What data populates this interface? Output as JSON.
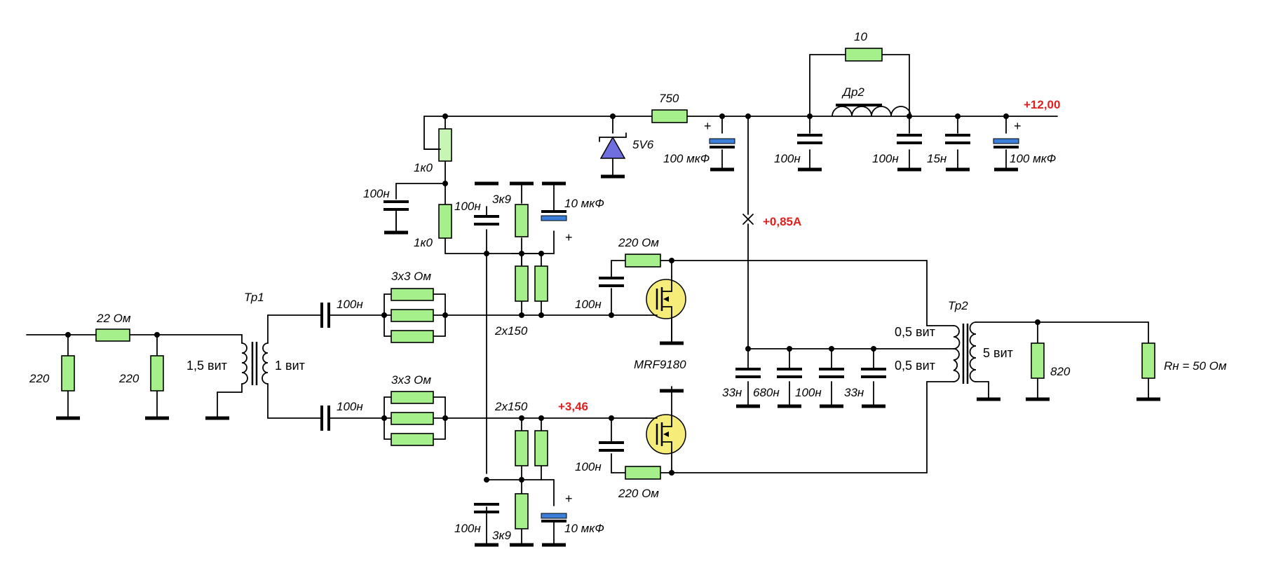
{
  "colors": {
    "resistor_fill": "#a6f08c",
    "electrolytic_plate": "#3b7fd9",
    "mosfet_body": "#f5ec7a",
    "zener_fill": "#6f6fe0",
    "annotation": "#e02020"
  },
  "labels": {
    "r_in_series": "22 Ом",
    "r_in_shunt1": "220",
    "r_in_shunt2": "220",
    "tp1": "Тр1",
    "tp1_primary": "1,5 вит",
    "tp1_secondary": "1 вит",
    "c_top_coupling": "100н",
    "c_bot_coupling": "100н",
    "r_top_gate": "3x3 Ом",
    "r_bot_gate": "3x3 Ом",
    "r_top_pair": "2x150",
    "r_bot_pair": "2x150",
    "c_bias_main": "100н",
    "r_bias_pot": "1к0",
    "r_bias_fixed": "1к0",
    "c_top_bias": "100н",
    "r_top_3k9": "3к9",
    "c_top_el": "10 мкФ",
    "c_bot_bias": "100н",
    "r_bot_3k9": "3к9",
    "c_bot_el": "10 мкФ",
    "zener": "5V6",
    "r_750": "750",
    "c_el_100u_1": "100 мкФ",
    "r_10": "10",
    "choke": "Др2",
    "c_rail_100n_1": "100н",
    "c_rail_100n_2": "100н",
    "c_rail_15n": "15н",
    "c_el_100u_2": "100 мкФ",
    "supply_voltage": "+12,00",
    "current": "+0,85А",
    "gate_voltage": "+3,46",
    "r_top_fb": "220 Ом",
    "c_top_fb": "100н",
    "r_bot_fb": "220 Ом",
    "c_bot_fb": "100н",
    "mosfet": "MRF9180",
    "c_dec_33n_1": "33н",
    "c_dec_680n": "680н",
    "c_dec_100n": "100н",
    "c_dec_33n_2": "33н",
    "tp2": "Тр2",
    "tp2_upper": "0,5 вит",
    "tp2_lower": "0,5 вит",
    "tp2_secondary": "5 вит",
    "r_820": "820",
    "r_load": "Rн = 50 Ом",
    "plus_sign": "+"
  }
}
